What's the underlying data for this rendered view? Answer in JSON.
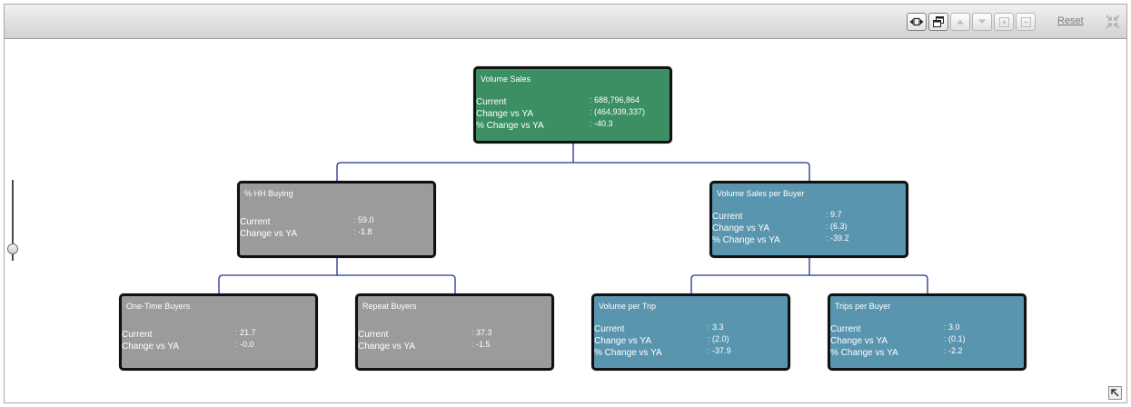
{
  "toolbar": {
    "buttons": [
      {
        "icon": "fit-to-screen-icon",
        "enabled": true
      },
      {
        "icon": "copy-icon",
        "enabled": true
      },
      {
        "icon": "move-up-icon",
        "enabled": false
      },
      {
        "icon": "move-down-icon",
        "enabled": false
      },
      {
        "icon": "expand-node-icon",
        "enabled": false
      },
      {
        "icon": "collapse-node-icon",
        "enabled": false
      }
    ],
    "reset_label": "Reset",
    "collapse_all_icon": "collapse-all-icon"
  },
  "zoom": {
    "level": 0.15
  },
  "overview_toggle_icon": "overview-toggle-icon",
  "separator": ":",
  "colors": {
    "green": "#3b8f62",
    "gray": "#9b9b9b",
    "blue": "#5995ae",
    "connector": "#23308f"
  },
  "tree": {
    "title": "Volume Sales",
    "color": "green",
    "rows": [
      {
        "label": "Current",
        "value": "688,796,864"
      },
      {
        "label": "Change vs YA",
        "value": "(464,939,337)"
      },
      {
        "label": "% Change vs YA",
        "value": "-40.3"
      }
    ],
    "children": [
      {
        "title": "% HH Buying",
        "color": "gray",
        "rows": [
          {
            "label": "Current",
            "value": "59.0"
          },
          {
            "label": "Change vs YA",
            "value": "-1.8"
          }
        ],
        "children": [
          {
            "title": "One-Time Buyers",
            "color": "gray",
            "rows": [
              {
                "label": "Current",
                "value": "21.7"
              },
              {
                "label": "Change vs YA",
                "value": "-0.0"
              }
            ]
          },
          {
            "title": "Repeat Buyers",
            "color": "gray",
            "rows": [
              {
                "label": "Current",
                "value": "37.3"
              },
              {
                "label": "Change vs YA",
                "value": "-1.5"
              }
            ]
          }
        ]
      },
      {
        "title": "Volume Sales per Buyer",
        "color": "blue",
        "rows": [
          {
            "label": "Current",
            "value": "9.7"
          },
          {
            "label": "Change vs YA",
            "value": "(6.3)"
          },
          {
            "label": "% Change vs YA",
            "value": "-39.2"
          }
        ],
        "children": [
          {
            "title": "Volume per Trip",
            "color": "blue",
            "rows": [
              {
                "label": "Current",
                "value": "3.3"
              },
              {
                "label": "Change vs YA",
                "value": "(2.0)"
              },
              {
                "label": "% Change vs YA",
                "value": "-37.9"
              }
            ]
          },
          {
            "title": "Trips per Buyer",
            "color": "blue",
            "rows": [
              {
                "label": "Current",
                "value": "3.0"
              },
              {
                "label": "Change vs YA",
                "value": "(0.1)"
              },
              {
                "label": "% Change vs YA",
                "value": "-2.2"
              }
            ]
          }
        ]
      }
    ]
  }
}
